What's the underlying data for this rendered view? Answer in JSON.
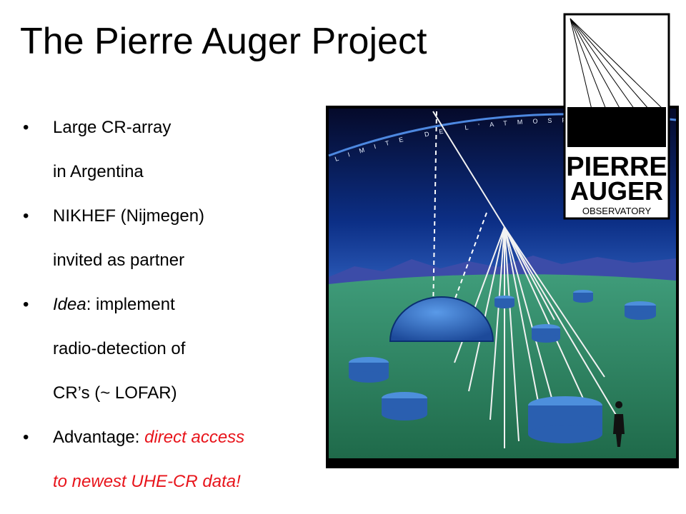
{
  "title": "The Pierre Auger Project",
  "bullets": [
    {
      "lines": [
        "Large CR-array",
        "in Argentina"
      ]
    },
    {
      "lines": [
        "NIKHEF (Nijmegen)",
        "invited as partner"
      ]
    },
    {
      "em": "Idea",
      "rest": ": implement",
      "lines": [
        "radio-detection  of",
        "CR’s (~ LOFAR)"
      ]
    },
    {
      "first": "Advantage:  ",
      "red1": "direct access",
      "red2": "to newest UHE-CR data!"
    }
  ],
  "illustration": {
    "arc_text": "LIMITE DE L'ATMOSPHÈRE",
    "colors": {
      "sky": "#0b2a78",
      "ground": "#2e8a62",
      "detector": "#3a78c8",
      "shower": "#f2f2f2"
    }
  },
  "logo": {
    "line1": "PIERRE",
    "line2": "AUGER",
    "line3": "OBSERVATORY"
  },
  "colors": {
    "accent_red": "#e8141b",
    "text": "#000000"
  }
}
